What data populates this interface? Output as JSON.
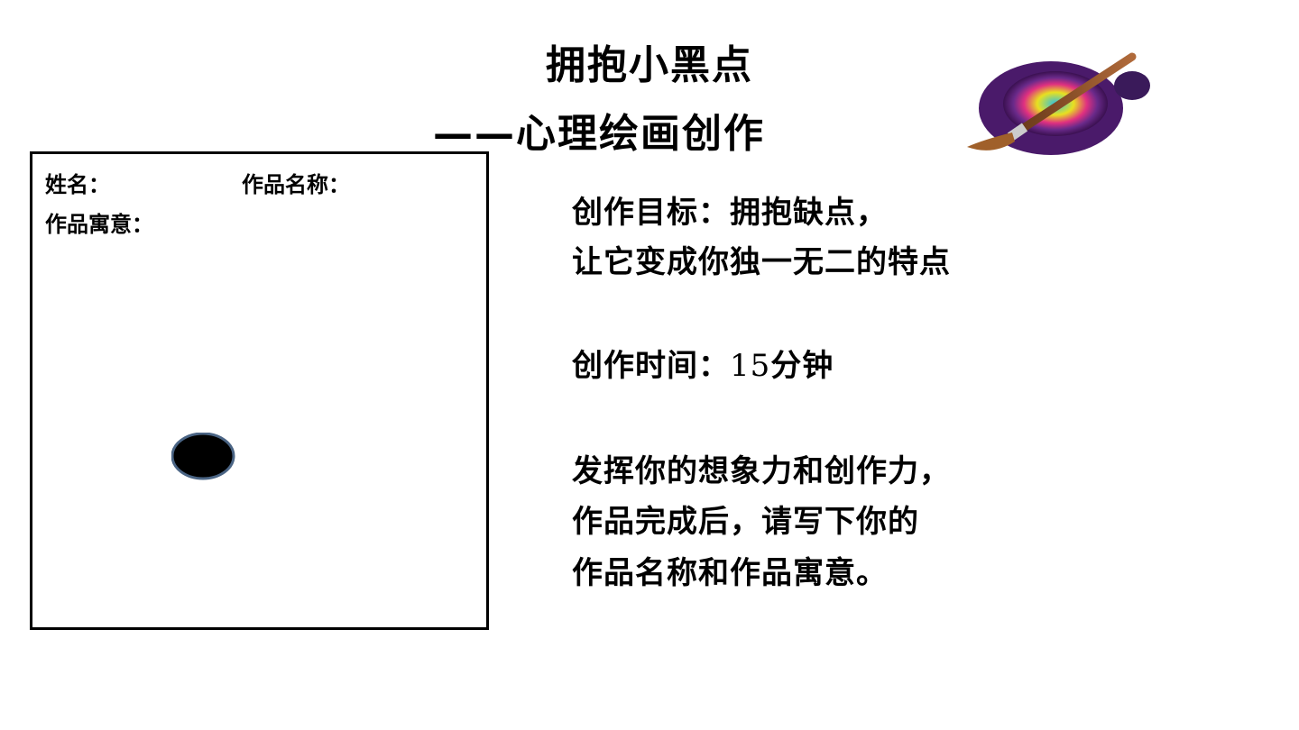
{
  "title": "拥抱小黑点",
  "subtitle": "——心理绘画创作",
  "worksheet": {
    "name_label": "姓名：",
    "work_title_label": "作品名称：",
    "meaning_label": "作品寓意："
  },
  "instructions": {
    "goal_line1": "创作目标：拥抱缺点，",
    "goal_line2": "让它变成你独一无二的特点",
    "time_label": "创作时间：",
    "time_value": "15",
    "time_unit": "分钟",
    "prompt_line1": "发挥你的想象力和创作力，",
    "prompt_line2": "作品完成后，请写下你的",
    "prompt_line3": "作品名称和作品寓意。"
  },
  "icons": {
    "paint": "paintbrush-palette-icon",
    "dot": "black-dot"
  },
  "colors": {
    "dot_fill": "#000000",
    "dot_stroke": "#4a6484"
  }
}
